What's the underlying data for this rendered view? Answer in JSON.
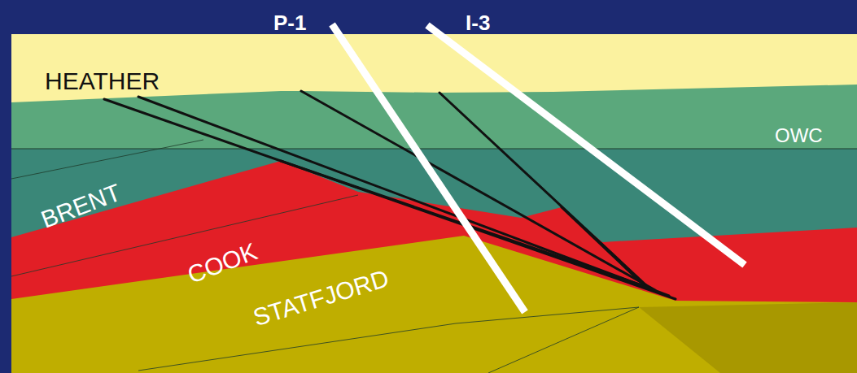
{
  "diagram": {
    "labels": [
      "P-1",
      "I-3",
      "HEATHER",
      "BRENT",
      "COOK",
      "STATFJORD",
      "OWC"
    ]
  }
}
